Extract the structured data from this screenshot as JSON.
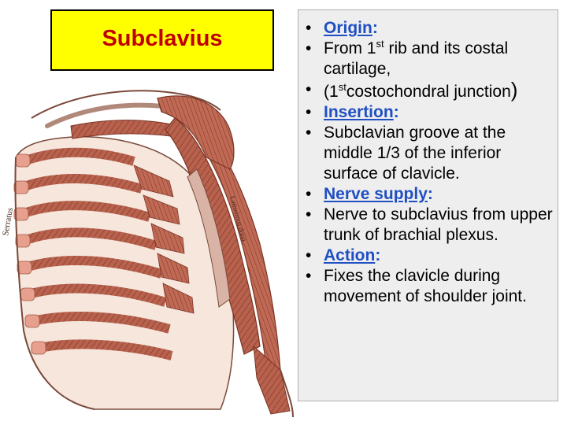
{
  "title": "Subclavius",
  "bullets": [
    {
      "kind": "heading",
      "word": "Origin",
      "colon": ":"
    },
    {
      "kind": "text",
      "parts": [
        " From 1",
        "st",
        " rib and its costal cartilage,"
      ]
    },
    {
      "kind": "text",
      "parts": [
        "(1",
        "st",
        "costochondral junction",
        ")"
      ]
    },
    {
      "kind": "heading",
      "word": "Insertion",
      "colon": ":"
    },
    {
      "kind": "text",
      "text": " Subclavian groove at the middle 1/3 of the inferior surface of clavicle."
    },
    {
      "kind": "heading",
      "word": "Nerve supply",
      "colon": ":"
    },
    {
      "kind": "text",
      "text": "Nerve to subclavius from upper trunk of brachial plexus."
    },
    {
      "kind": "heading",
      "word": "Action",
      "colon": ":"
    },
    {
      "kind": "text",
      "text": "Fixes the clavicle during movement of shoulder joint."
    }
  ],
  "figure_labels": {
    "serratus": "Serratus",
    "latissimus": "Latissimus dorsi"
  },
  "colors": {
    "title_bg": "#ffff00",
    "title_text": "#c00000",
    "heading_text": "#1f4fc2",
    "muscle": "#b8624e",
    "cartilage": "#e8a08e",
    "panel_bg": "#eeeeee"
  }
}
